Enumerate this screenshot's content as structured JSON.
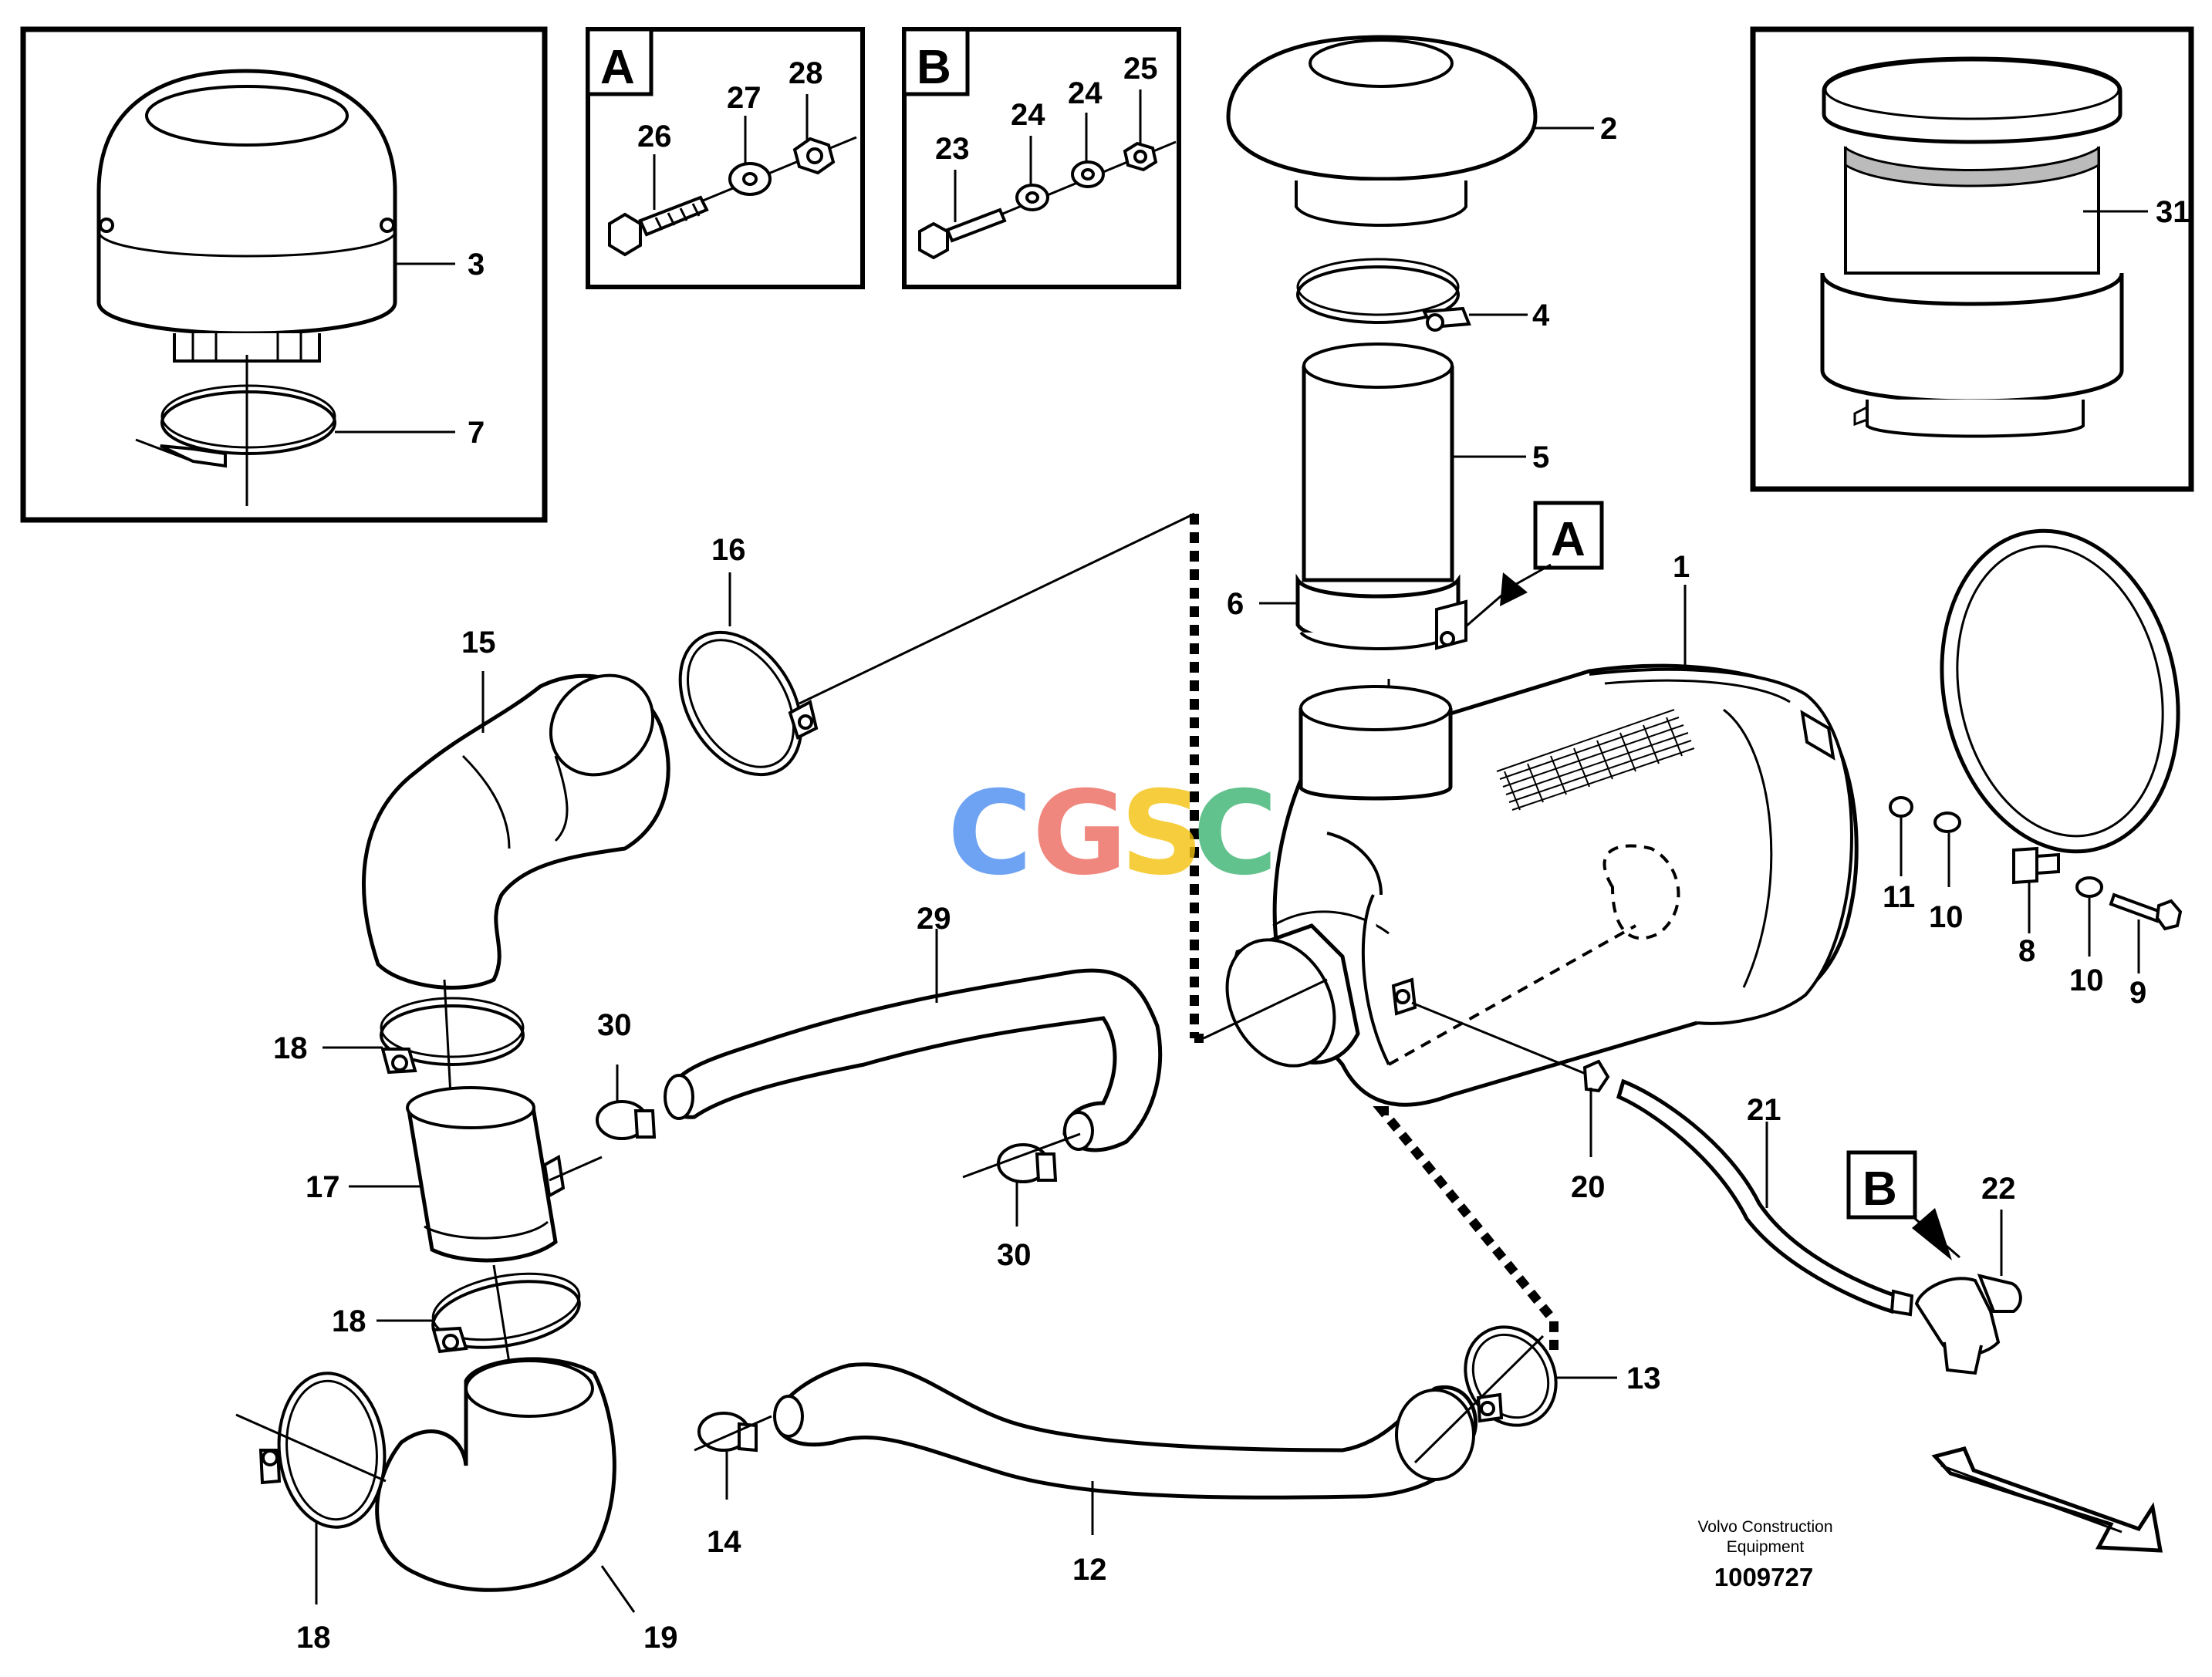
{
  "figure": {
    "manufacturer": "Volvo Construction\nEquipment",
    "manufacturer_line1": "Volvo Construction",
    "manufacturer_line2": "Equipment",
    "document_number": "1009727",
    "watermark": {
      "letters": [
        "C",
        "G",
        "S",
        "C"
      ],
      "colors": [
        "#4a8cf0",
        "#ec6a5e",
        "#f4c20d",
        "#3cb371"
      ]
    }
  },
  "detail_views": {
    "A": {
      "label": "A",
      "parts": [
        "26",
        "27",
        "28"
      ]
    },
    "B": {
      "label": "B",
      "parts": [
        "23",
        "24",
        "24",
        "25"
      ]
    }
  },
  "callout_letters": {
    "A": "A",
    "B": "B"
  },
  "parts": {
    "p1": "1",
    "p2": "2",
    "p3": "3",
    "p4": "4",
    "p5": "5",
    "p6": "6",
    "p7": "7",
    "p8": "8",
    "p9": "9",
    "p10a": "10",
    "p10b": "10",
    "p11": "11",
    "p12": "12",
    "p13": "13",
    "p14": "14",
    "p15": "15",
    "p16": "16",
    "p17": "17",
    "p18a": "18",
    "p18b": "18",
    "p18c": "18",
    "p19": "19",
    "p20": "20",
    "p21": "21",
    "p22": "22",
    "p23": "23",
    "p24a": "24",
    "p24b": "24",
    "p25": "25",
    "p26": "26",
    "p27": "27",
    "p28": "28",
    "p29": "29",
    "p30a": "30",
    "p30b": "30",
    "p31": "31"
  }
}
